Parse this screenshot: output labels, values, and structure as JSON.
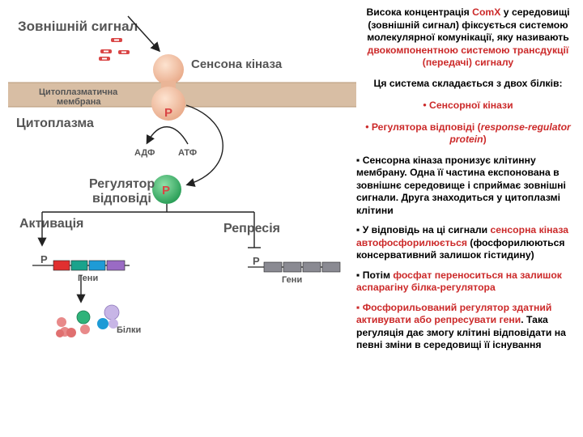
{
  "diagram": {
    "external_signal": "Зовнішній сигнал",
    "sensor_kinase": "Сенсона кіназа",
    "membrane_line1": "Цитоплазматична",
    "membrane_line2": "мембрана",
    "cytoplasm": "Цитоплазма",
    "phosphate": "P",
    "adp": "АДФ",
    "atp": "АТФ",
    "regulator_line1": "Регулятор",
    "regulator_line2": "відповіді",
    "activation": "Активація",
    "repression": "Репресія",
    "promoter": "P",
    "genes": "Гени",
    "proteins": "Білки",
    "colors": {
      "membrane": "#d4b89a",
      "kinase": "#f2c4a4",
      "regulator": "#3aaf6a",
      "signal": "#d94545",
      "gene_red": "#e03030",
      "gene_teal": "#1aa38c",
      "gene_blue": "#1e9bd6",
      "gene_purple": "#9a6bc4",
      "gene_gray": "#8a8a92",
      "label_gray": "#6b6b6b"
    }
  },
  "text": {
    "intro_1": "Висока концентрація ",
    "intro_hl": "ComX",
    "intro_2": " у середовищі (зовнішній сигнал) фіксується системою молекулярної комунікації, яку називають ",
    "intro_3": "двокомпонентною системою трансдукції (передачі) сигналу",
    "system": "Ця система складається з двох білків:",
    "bullet_1": "• Сенсорної кінази",
    "bullet_2a": "• Регулятора відповіді (",
    "bullet_2b": "response-regulator protein",
    "bullet_2c": ")",
    "p1_a": "▪ Сенсорна кіназа пронизує клітинну мембрану. Одна її частина експонована в зовнішнє середовище і сприймає зовнішні сигнали. Друга знаходиться у цитоплазмі клітини",
    "p2_a": "▪ У відповідь на ці сигнали ",
    "p2_hl": "сенсорна кіназа автофосфорилюється",
    "p2_b": " (фосфорилюються консервативний залишок гістидину)",
    "p3_a": "▪ Потім ",
    "p3_hl": "фосфат переноситься на залишок аспарагіну білка-регулятора",
    "p4_hl": "▪ Фосфорильований регулятор здатний активувати або репресувати гени",
    "p4_b": ". Така регуляція дає змогу клітині відповідати на певні зміни в середовищі її існування"
  }
}
